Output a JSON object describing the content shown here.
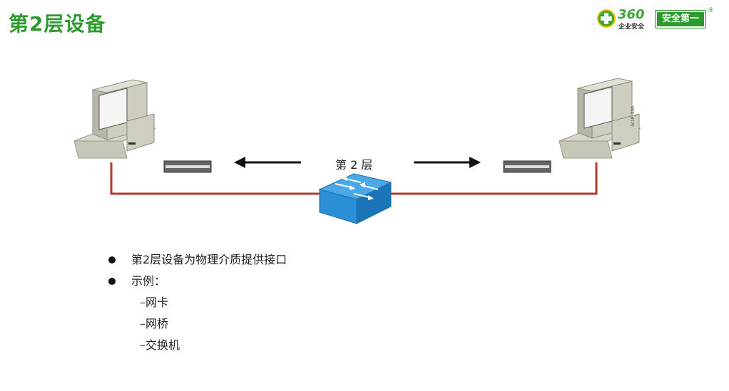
{
  "title": "第2层设备",
  "logo": {
    "number": "360",
    "subtitle": "企业安全",
    "badge": "安全第一",
    "registered": "®"
  },
  "diagram": {
    "layer_label": "第 2 层",
    "code": "3c1P_350",
    "link_color": "#b33a2e",
    "switch_color": "#2a8fd6"
  },
  "bullets": [
    "第2层设备为物理介质提供接口",
    "示例："
  ],
  "sub_items": [
    "网卡",
    "网桥",
    "交换机"
  ],
  "sub_prefix": "–"
}
